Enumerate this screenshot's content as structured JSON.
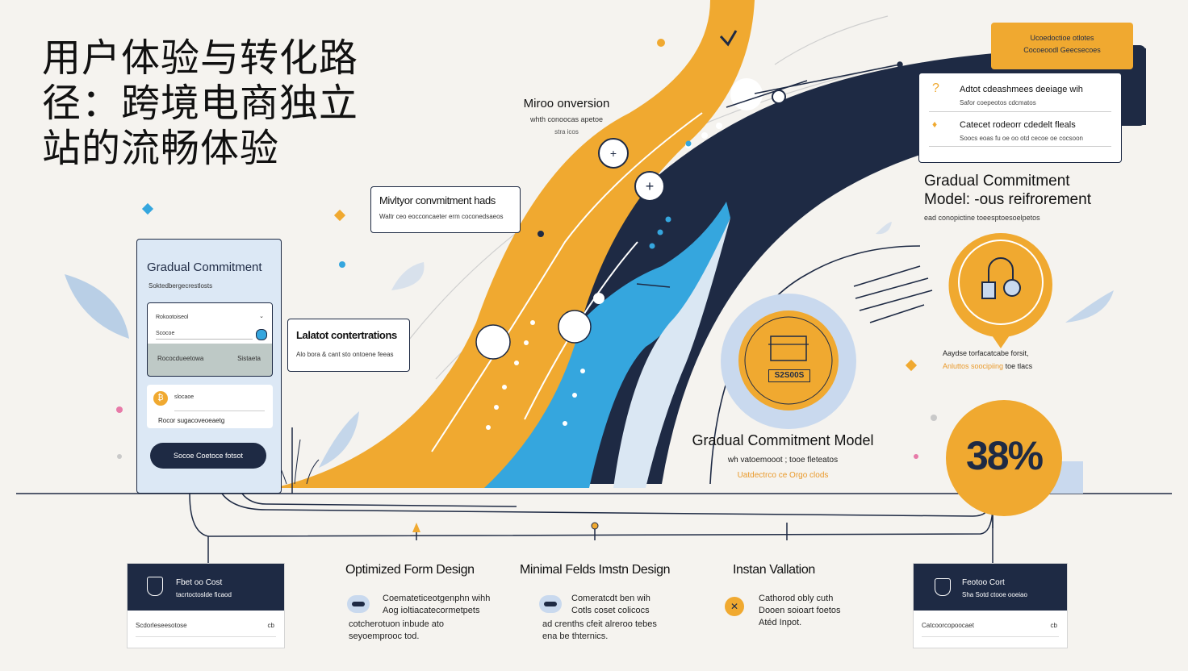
{
  "title": "用户体验与转化路径：跨境电商独立站的流畅体验",
  "micro": {
    "title": "Mirоо onversion",
    "sub": "whth conoocas apetoe",
    "small": "stra icos"
  },
  "commit_box": {
    "title": "Mivltyor convmitment hads",
    "sub": "Waltr ceo eocconcaeter erm coconedsaeos"
  },
  "lead_box": {
    "title": "Lalatot contertrations",
    "sub": "Alo bora & cant sto ontoene feeas"
  },
  "phone": {
    "title": "Gradual Commitment",
    "subtitle": "Soktedbergecrestlosts",
    "field1_label": "Rokootoiseol",
    "field2_label": "Scocoe",
    "footer_left": "Rococdueetowa",
    "footer_right": "Sistaeta",
    "card2_label": "slocaoe",
    "card2_text": "Rocor sugacoveoeaetg",
    "button": "Socoe Coetoce fotsot"
  },
  "top_right_banner": {
    "line1": "Ucoedoctioe otlotes",
    "line2": "Cocoeoodl Geecsecoes"
  },
  "top_right_card": {
    "row1_icon": "?",
    "row1_title": "Adtot cdeashmees deeiage wih",
    "row1_sub": "Safor coepeotos cdcmatos",
    "row2_icon": "♦",
    "row2_title": "Catecet rodeorr cdedelt fleals",
    "row2_sub": "Soocs eoas fu oe oo otd cecoe oe cocsoon"
  },
  "reinforcement": {
    "title_line1": "Gradual Commitment",
    "title_line2": "Model: -ous reifrorement",
    "sub": "ead conopictine toeesptoesoelpetos"
  },
  "right_annotation": {
    "line1": "Aaydse torfacatcabe forsit,",
    "line2_highlight": "Anluttos soocipiing",
    "line2_rest": "toe tlacs"
  },
  "model": {
    "title": "Gradual  Commitment Model",
    "sub": "wh vatoemooot ; tooe fleteatos",
    "highlight": "Uatdectrco ce Orgo clods",
    "coin_text": "S2S00S"
  },
  "stat": {
    "value": "38%"
  },
  "bottom_left_card": {
    "title": "Fbet oo Cost",
    "sub": "tacrtoctoslde ficaod",
    "footer": "Scdorleseesotose",
    "icon_text": "cb"
  },
  "bottom_right_card": {
    "title": "Feotoo Cort",
    "sub": "Sha Sotd ctooe ooeiao",
    "footer": "Catcoorcopoocaet",
    "icon_text": "cb"
  },
  "features": [
    {
      "heading": "Optimized Form Design",
      "lines": [
        "Coemateticeotgenphn wihh",
        "Aog ioltiacatecormetpets",
        "cotcherotuon inbude ato",
        "seyoemprooc tod."
      ]
    },
    {
      "heading": "Minimal Felds Imstn Design",
      "lines": [
        "Comeratcdt ben wih",
        "Cotls coset colicocs",
        "ad crenths cfeit alreroo tebes",
        "ena be thternics."
      ]
    },
    {
      "heading": "Instan Vallation",
      "lines": [
        "Cathorod obly cuth",
        "Dooen soioart foetos",
        "Atéd Inpot."
      ]
    }
  ],
  "colors": {
    "navy": "#1e2a44",
    "orange": "#f0a930",
    "blue": "#35a6de",
    "light_blue": "#c9d9ee",
    "bg": "#f5f3ef"
  }
}
